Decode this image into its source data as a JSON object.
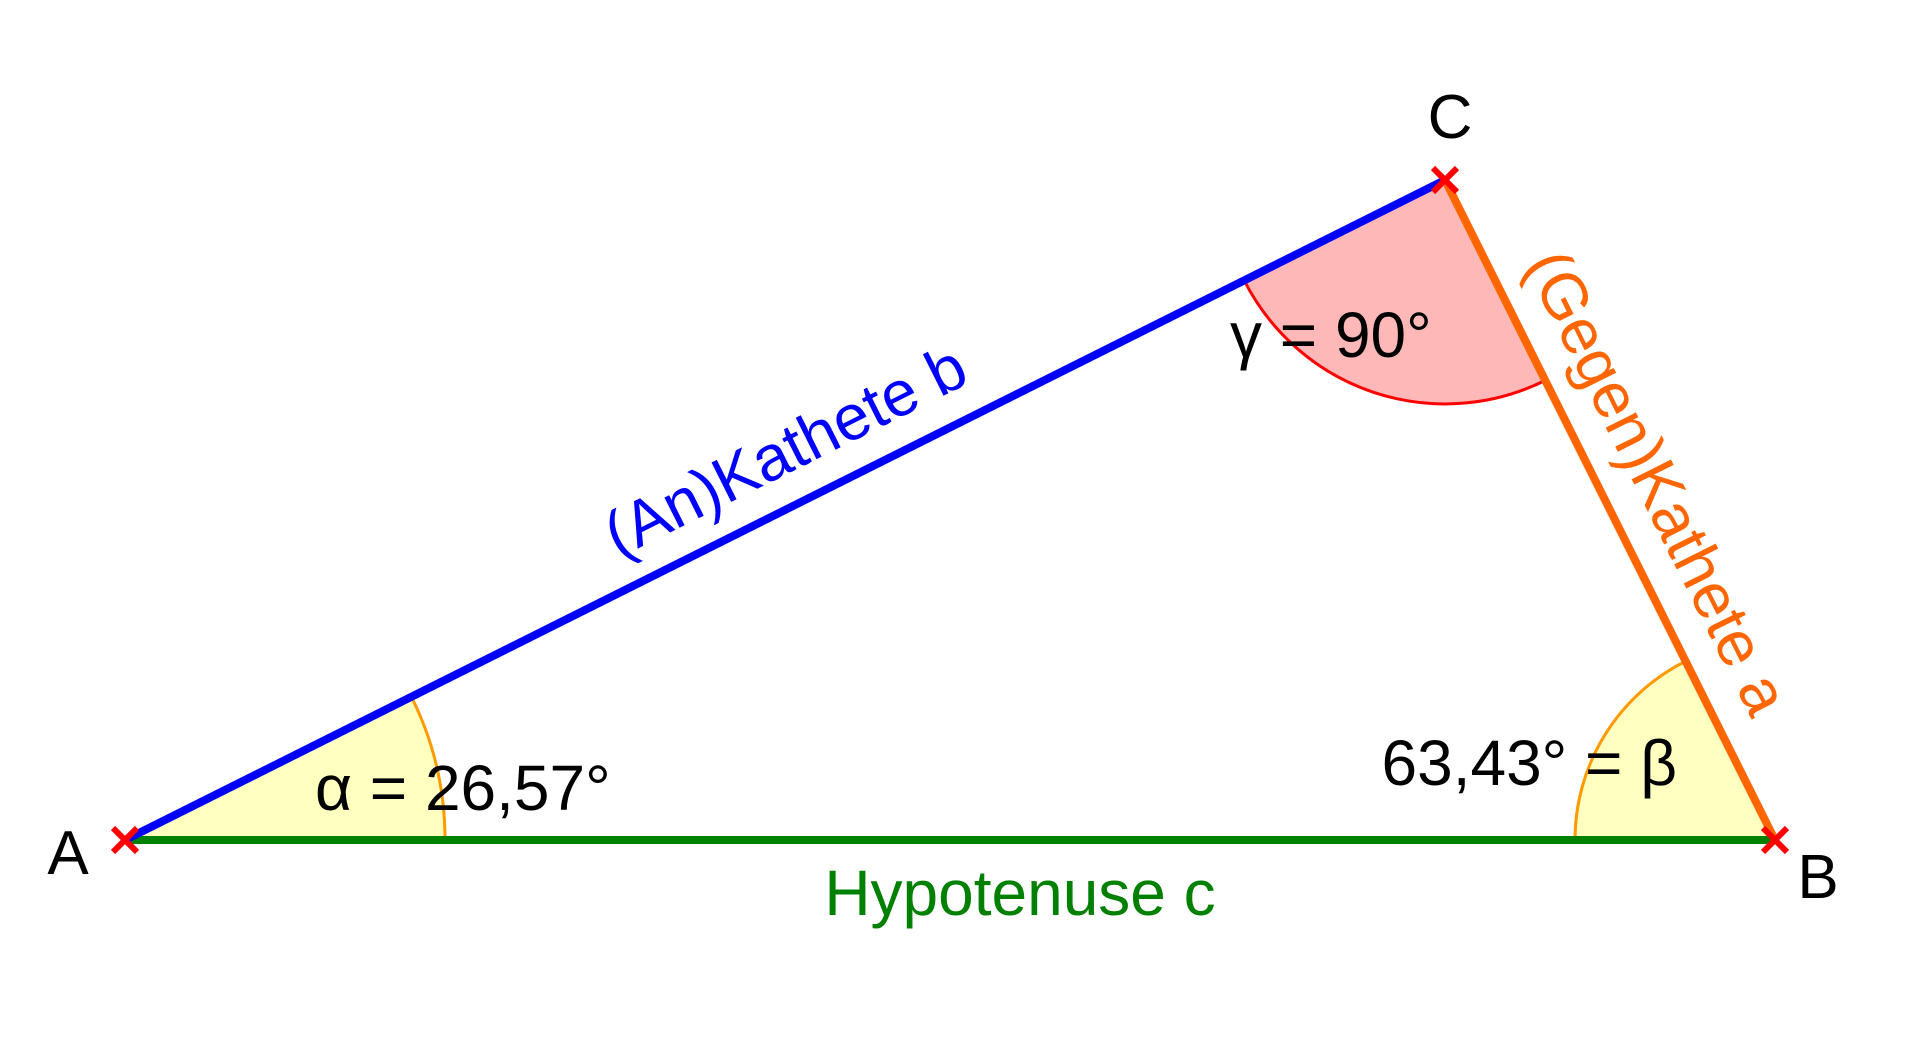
{
  "diagram": {
    "vertices": {
      "a": "A",
      "b": "B",
      "c": "C"
    },
    "sides": {
      "leg_b": "(An)Kathete b",
      "leg_a": "(Gegen)Kathete a",
      "hypotenuse": "Hypotenuse c"
    },
    "angles": {
      "alpha": "α = 26,57°",
      "beta": "63,43° = β",
      "gamma": "γ = 90°"
    },
    "colors": {
      "leg_b": "#0000ff",
      "leg_a": "#ff6600",
      "hypotenuse": "#008000",
      "vertex_marker": "#ff0000",
      "small_angle_fill": "#ffffc0",
      "small_angle_stroke": "#ff9900",
      "right_angle_fill": "#ffb8b8",
      "right_angle_stroke": "#ff0000",
      "text": "#000000"
    }
  }
}
